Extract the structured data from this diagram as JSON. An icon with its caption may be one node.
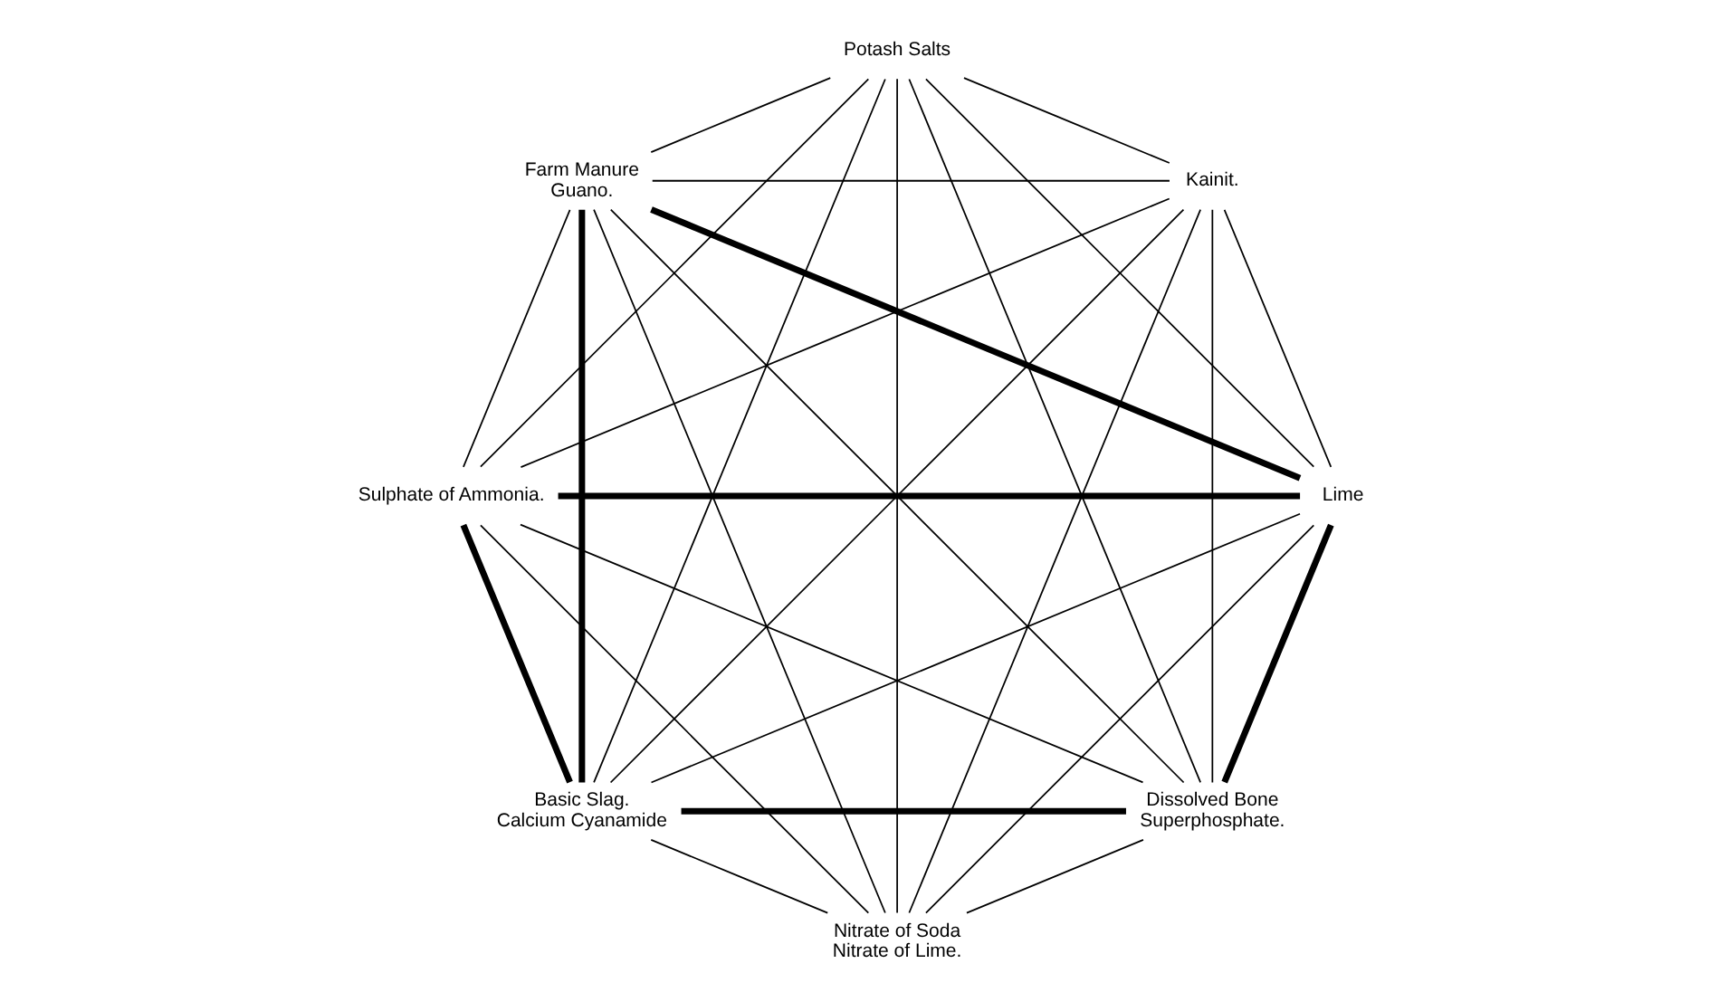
{
  "diagram": {
    "nodes": [
      {
        "text": [
          "Dissolved Bone",
          "Superphosphate."
        ]
      },
      {
        "text": [
          "Lime"
        ]
      },
      {
        "text": [
          "Basic Slag.",
          "Calcium Cyanamide"
        ]
      },
      {
        "text": [
          "Sulphate of Ammonia."
        ]
      },
      {
        "text": [
          "Farm Manure",
          "Guano."
        ]
      },
      {
        "text": [
          "Potash Salts"
        ]
      },
      {
        "text": [
          "Kainit."
        ]
      },
      {
        "text": [
          "Nitrate of Soda",
          "Nitrate of Lime."
        ]
      }
    ],
    "edges": [
      {
        "from": 0,
        "to": 1,
        "arrow": "none",
        "style": "thick"
      },
      {
        "from": 0,
        "to": 2,
        "arrow": "none",
        "style": "thick"
      },
      {
        "from": 0,
        "to": 3,
        "arrow": "none"
      },
      {
        "from": 0,
        "to": 4,
        "arrow": "none"
      },
      {
        "from": 0,
        "to": 5,
        "arrow": "none"
      },
      {
        "from": 0,
        "to": 6,
        "arrow": "none"
      },
      {
        "from": 0,
        "to": 7,
        "arrow": "none"
      },
      {
        "from": 1,
        "to": 2,
        "arrow": "none"
      },
      {
        "from": 1,
        "to": 3,
        "arrow": "none",
        "style": "thick"
      },
      {
        "from": 1,
        "to": 4,
        "arrow": "none",
        "style": "thick"
      },
      {
        "from": 1,
        "to": 5,
        "arrow": "none"
      },
      {
        "from": 1,
        "to": 6,
        "arrow": "none"
      },
      {
        "from": 1,
        "to": 7,
        "arrow": "none"
      },
      {
        "from": 2,
        "to": 3,
        "arrow": "none",
        "style": "thick"
      },
      {
        "from": 2,
        "to": 4,
        "arrow": "none",
        "style": "thick"
      },
      {
        "from": 2,
        "to": 5,
        "arrow": "none"
      },
      {
        "from": 2,
        "to": 6,
        "arrow": "none"
      },
      {
        "from": 2,
        "to": 7,
        "arrow": "none"
      },
      {
        "from": 3,
        "to": 4,
        "arrow": "none"
      },
      {
        "from": 3,
        "to": 5,
        "arrow": "none"
      },
      {
        "from": 3,
        "to": 6,
        "arrow": "none"
      },
      {
        "from": 3,
        "to": 7,
        "arrow": "none"
      },
      {
        "from": 4,
        "to": 5,
        "arrow": "none"
      },
      {
        "from": 4,
        "to": 6,
        "arrow": "none"
      },
      {
        "from": 4,
        "to": 7,
        "arrow": "none"
      },
      {
        "from": 5,
        "to": 6,
        "arrow": "none"
      },
      {
        "from": 5,
        "to": 7,
        "arrow": "none"
      },
      {
        "from": 6,
        "to": 7,
        "arrow": "none"
      }
    ]
  }
}
